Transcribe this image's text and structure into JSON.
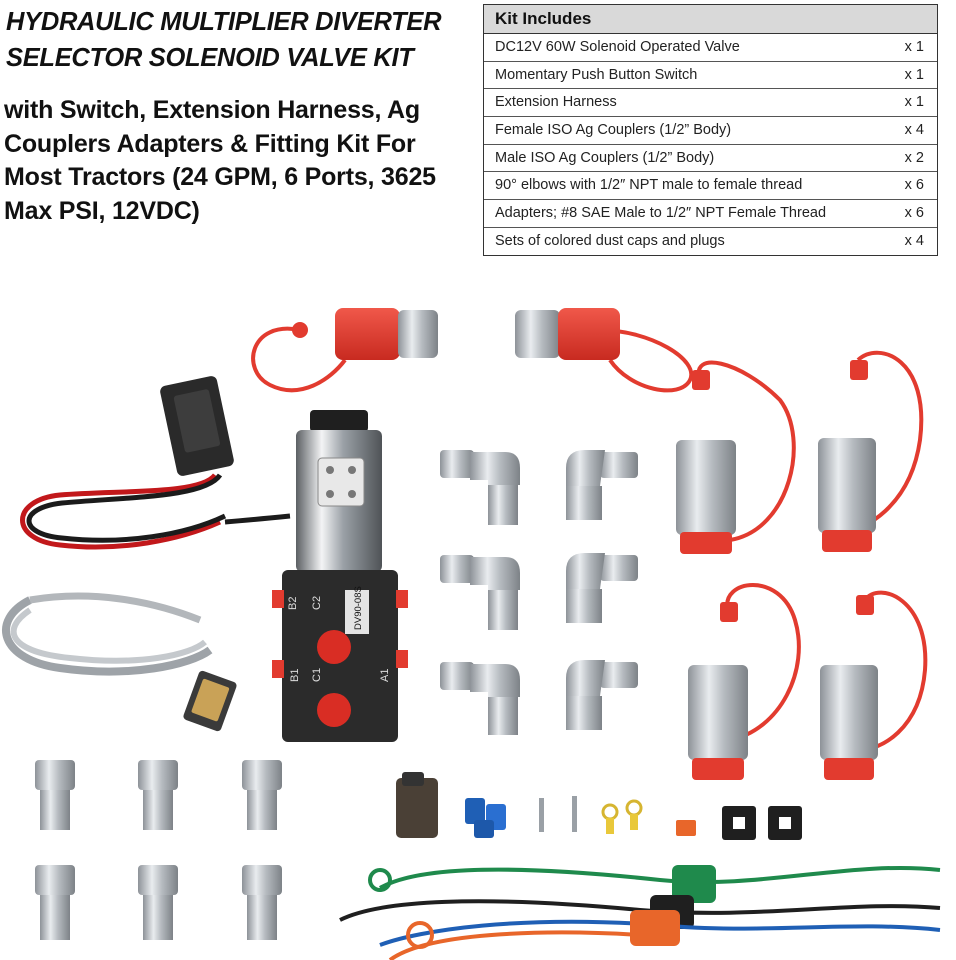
{
  "title": "HYDRAULIC MULTIPLIER DIVERTER SELECTOR SOLENOID VALVE KIT",
  "subtitle": "with Switch, Extension Harness, Ag Couplers Adapters & Fitting Kit For Most Tractors (24 GPM, 6 Ports, 3625 Max PSI, 12VDC)",
  "kit": {
    "heading": "Kit Includes",
    "items": [
      {
        "name": "DC12V 60W Solenoid Operated Valve",
        "qty": "x 1"
      },
      {
        "name": "Momentary Push Button Switch",
        "qty": "x 1"
      },
      {
        "name": "Extension Harness",
        "qty": "x 1"
      },
      {
        "name": "Female ISO Ag Couplers (1/2” Body)",
        "qty": "x 4"
      },
      {
        "name": "Male ISO Ag Couplers (1/2” Body)",
        "qty": "x 2"
      },
      {
        "name": "90° elbows with 1/2″ NPT male to female thread",
        "qty": "x 6"
      },
      {
        "name": "Adapters; #8 SAE Male to 1/2″ NPT Female Thread",
        "qty": "x 6"
      },
      {
        "name": "Sets of colored dust caps and plugs",
        "qty": "x 4"
      }
    ]
  },
  "valve": {
    "label": "DV90-08S",
    "ports": [
      "B2",
      "C2",
      "B1",
      "C1",
      "A1"
    ]
  },
  "colors": {
    "cap_red": "#e23b2f",
    "body_dark": "#2b2b2b",
    "steel": "#b9bdc2",
    "green": "#1f8a4c",
    "blue": "#1f5fb5",
    "orange": "#e8662a"
  }
}
